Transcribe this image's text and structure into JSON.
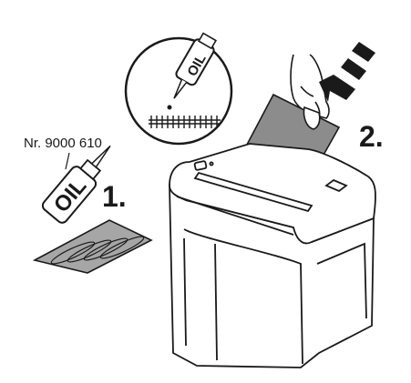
{
  "figure": {
    "part_number": "Nr. 9000 610",
    "steps": [
      "1.",
      "2."
    ],
    "oil_label": "OIL"
  },
  "colors": {
    "line": "#1a1a1a",
    "paper_fill": "#8c8c8c",
    "oil_sheet_fill": "#a6a6a6",
    "background": "#ffffff"
  },
  "icons": [
    "oil-bottle-icon",
    "hand-icon",
    "motion-arrow-icon",
    "cutter-comb-icon"
  ]
}
